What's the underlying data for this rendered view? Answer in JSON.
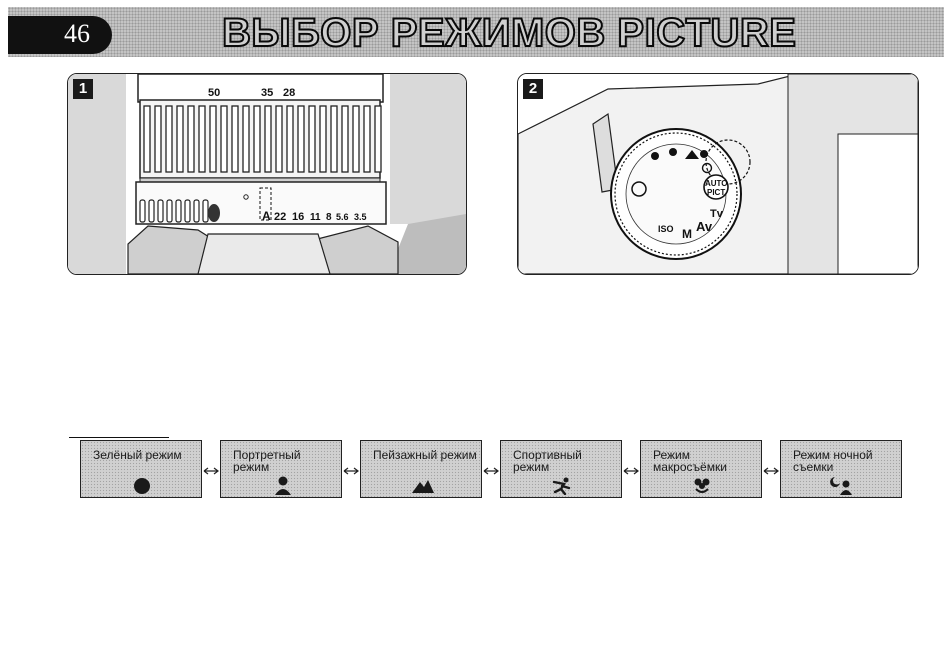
{
  "header": {
    "page_number": "46",
    "title": "ВЫБОР РЕЖИМОВ PICTURE"
  },
  "figure1": {
    "number": "1",
    "focal_scale": [
      "50",
      "35",
      "28"
    ],
    "aperture_scale": [
      "A",
      "22",
      "16",
      "11",
      "8",
      "5.6",
      "3.5"
    ]
  },
  "figure2": {
    "number": "2",
    "dial_labels": [
      "AUTO",
      "PICT",
      "Tv",
      "Av",
      "M",
      "ISO"
    ]
  },
  "modes": [
    {
      "label": "Зелёный режим",
      "icon": "green-mode-icon"
    },
    {
      "label": "Портретный режим",
      "icon": "portrait-icon"
    },
    {
      "label": "Пейзажный режим",
      "icon": "landscape-icon"
    },
    {
      "label": "Спортивный режим",
      "icon": "sport-icon"
    },
    {
      "label": "Режим макросъёмки",
      "icon": "macro-flower-icon"
    },
    {
      "label": "Режим ночной съемки",
      "icon": "night-portrait-icon"
    }
  ]
}
